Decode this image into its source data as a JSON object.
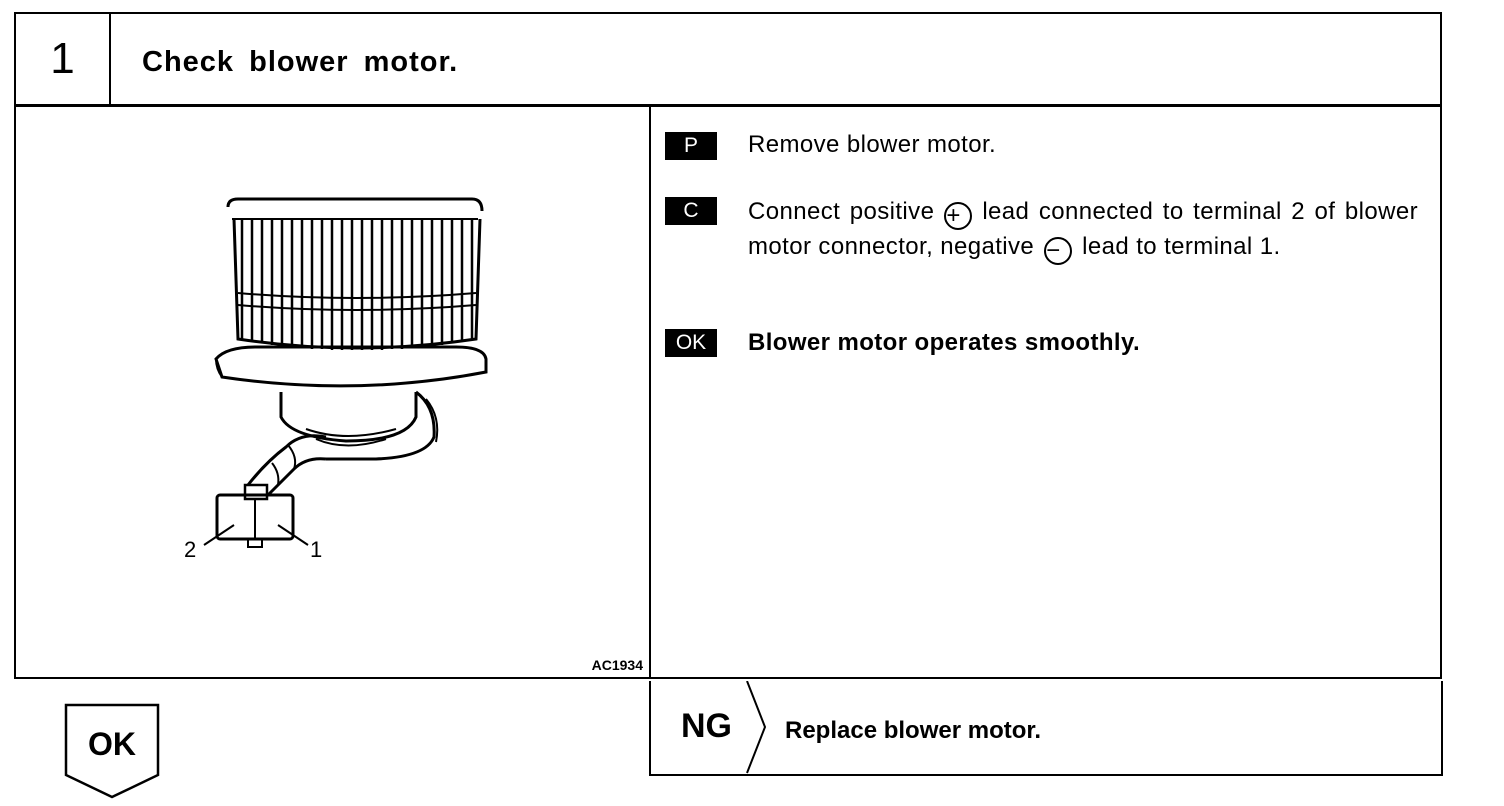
{
  "step": {
    "number": "1",
    "title": "Check blower motor."
  },
  "illustration": {
    "code": "AC1934",
    "terminal_left": "2",
    "terminal_right": "1"
  },
  "instructions": [
    {
      "badge": "P",
      "text": "Remove blower motor."
    },
    {
      "badge": "C",
      "text_part1": "Connect positive",
      "positive_symbol": "+",
      "text_part2": "lead connected to terminal 2 of blower motor connector, negative",
      "negative_symbol": "−",
      "text_part3": "lead to terminal 1."
    },
    {
      "badge": "OK",
      "text": "Blower motor operates smoothly."
    }
  ],
  "results": {
    "ok_label": "OK",
    "ng_label": "NG",
    "ng_action": "Replace blower motor."
  }
}
